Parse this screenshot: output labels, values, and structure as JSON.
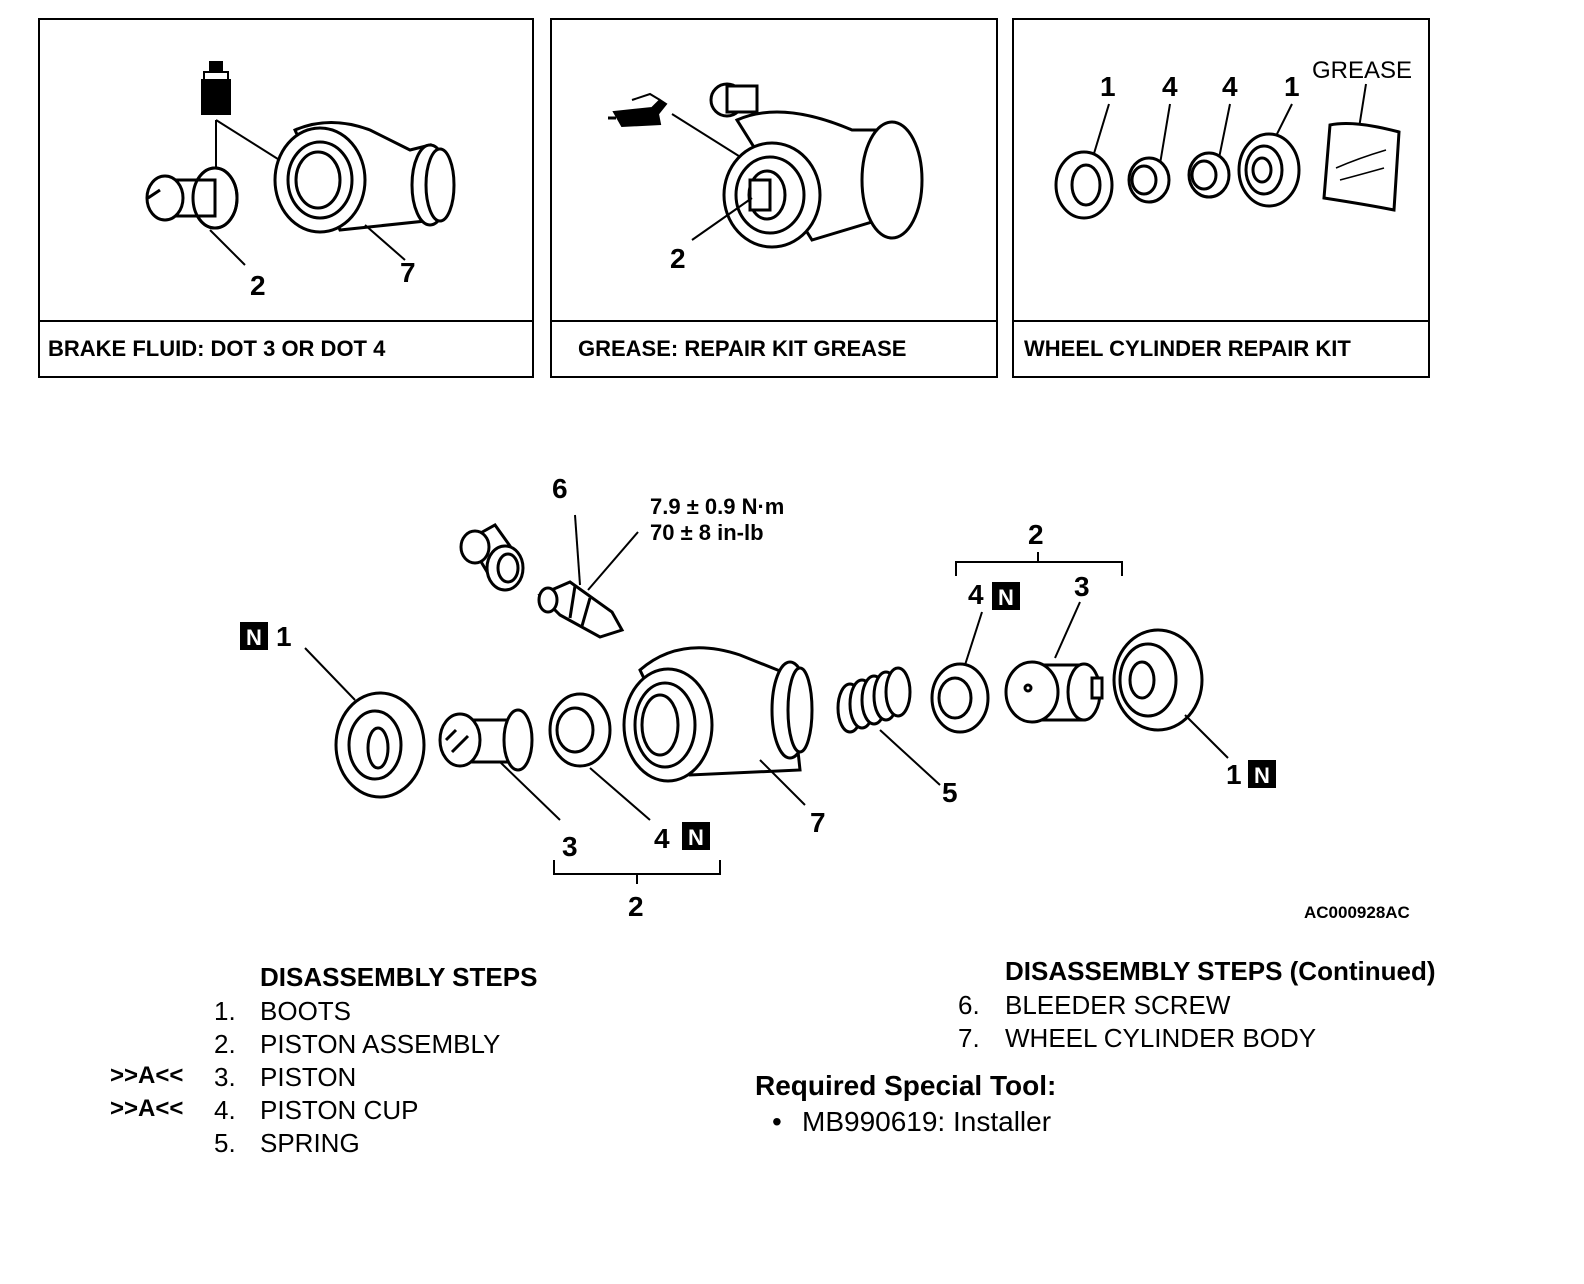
{
  "panels": [
    {
      "caption": "BRAKE FLUID:  DOT 3 OR DOT 4",
      "labels": [
        "2",
        "7"
      ]
    },
    {
      "caption": "GREASE: REPAIR KIT GREASE",
      "labels": [
        "2"
      ]
    },
    {
      "caption": "WHEEL CYLINDER REPAIR KIT",
      "labels": [
        "1",
        "4",
        "4",
        "1"
      ],
      "grease_label": "GREASE"
    }
  ],
  "diagram": {
    "callouts": {
      "bleeder": "6",
      "torque_nm": "7.9 ± 0.9 N·m",
      "torque_inlb": "70 ± 8 in-lb",
      "boot_left": "1",
      "piston_left": "3",
      "cup_left": "4",
      "assy_left": "2",
      "body": "7",
      "spring": "5",
      "assy_right": "2",
      "cup_right": "4",
      "piston_right": "3",
      "boot_right": "1",
      "new_mark": "N"
    },
    "figure_id": "AC000928AC"
  },
  "steps_left": {
    "heading": "DISASSEMBLY STEPS",
    "items": [
      {
        "mark": "",
        "num": "1.",
        "label": "BOOTS"
      },
      {
        "mark": "",
        "num": "2.",
        "label": "PISTON ASSEMBLY"
      },
      {
        "mark": ">>A<<",
        "num": "3.",
        "label": "PISTON"
      },
      {
        "mark": ">>A<<",
        "num": "4.",
        "label": "PISTON CUP"
      },
      {
        "mark": "",
        "num": "5.",
        "label": "SPRING"
      }
    ]
  },
  "steps_right": {
    "heading": "DISASSEMBLY STEPS (Continued)",
    "items": [
      {
        "num": "6.",
        "label": "BLEEDER SCREW"
      },
      {
        "num": "7.",
        "label": "WHEEL CYLINDER BODY"
      }
    ]
  },
  "special_tool": {
    "heading": "Required Special Tool:",
    "bullet": "•",
    "item": "MB990619: Installer"
  }
}
